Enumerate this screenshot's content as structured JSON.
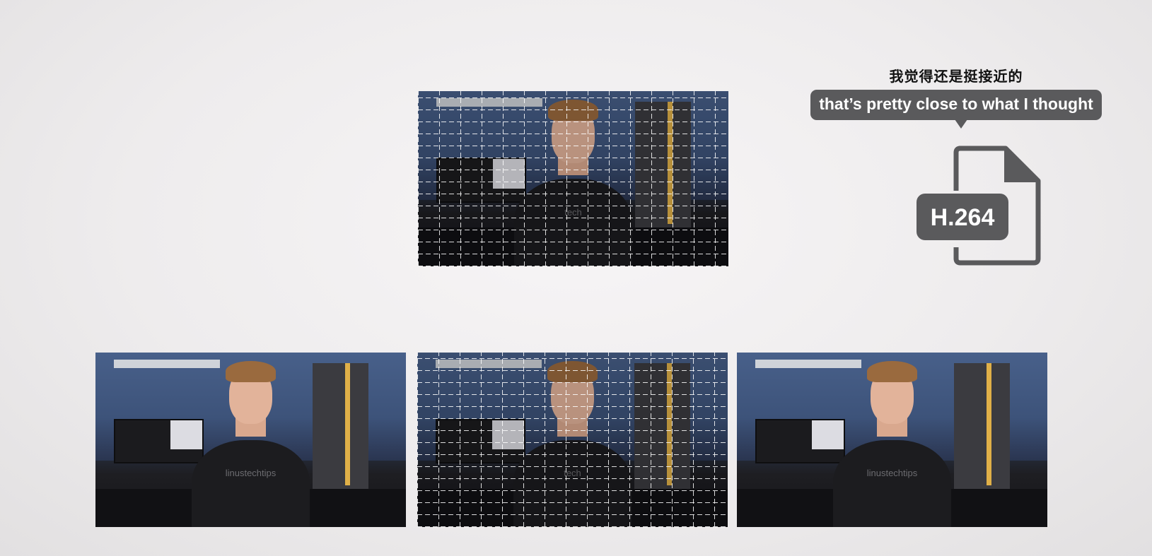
{
  "subtitle": {
    "chinese": "我觉得还是挺接近的",
    "english": "that’s pretty close to what I thought"
  },
  "file_icon": {
    "label": "H.264",
    "color": "#5a5a5c"
  },
  "frames": [
    {
      "id": "top-frame",
      "grid_overlay": true,
      "shirt_text": "tech"
    },
    {
      "id": "bottom-left-frame",
      "grid_overlay": false,
      "shirt_text": "linustechtips"
    },
    {
      "id": "bottom-center-frame",
      "grid_overlay": true,
      "shirt_text": "tech"
    },
    {
      "id": "bottom-right-frame",
      "grid_overlay": false,
      "shirt_text": "linustechtips"
    }
  ]
}
